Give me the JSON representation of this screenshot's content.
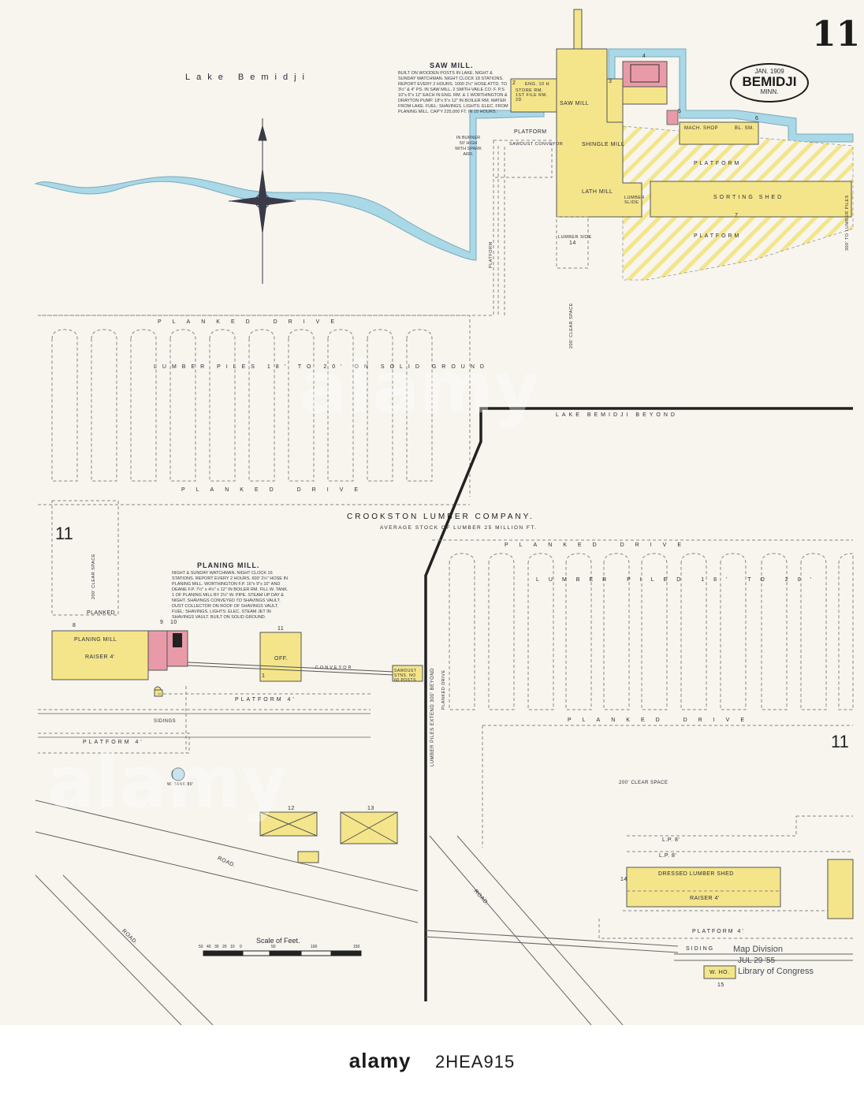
{
  "sheet": {
    "number": "11",
    "city": "BEMIDJI",
    "state": "MINN.",
    "date": "JAN. 1909",
    "block_number": "11"
  },
  "water": {
    "lake_name": "Lake Bemidji",
    "lake_beyond": "LAKE BEMIDJI BEYOND",
    "color": "#a9d8e6"
  },
  "company": {
    "name": "CROOKSTON LUMBER COMPANY.",
    "stock": "AVERAGE STOCK OF LUMBER 25 MILLION FT."
  },
  "saw_mill": {
    "title": "SAW MILL.",
    "notes": "BUILT ON WOODEN POSTS IN LAKE. NIGHT & SUNDAY WATCHMAN. NIGHT CLOCK 18 STATIONS. REPORT EVERY 2 HOURS. 1000 2½\" HOSE ATTD. TO 3½\" & 4\" PS. IN SAW MILL. 2 SMITH-VAILE CO. F. P.S 10\"x 6\"x 12\" EACH IN ENG. RM. & 1 WORTHINGTON & DRAYTON PUMP. 18\"x 5\"x 12\" IN BOILER RM. WATER FROM LAKE. FUEL: SHAVINGS. LIGHTS: ELEC. FROM PLANING MILL. CAP'Y 225,000 FT. IN 10 HOURS.",
    "burner": "IN BURNER 50' HIGH WITH SPARK ARR."
  },
  "planing_mill": {
    "title": "PLANING MILL.",
    "notes": "NIGHT & SUNDAY WATCHMAN. NIGHT CLOCK 16 STATIONS. REPORT EVERY 2 HOURS. 600' 2½\" HOSE IN PLANING MILL. WORTHINGTON F.P. 16\"x 9\"x 10\" AND DEANE F.P. 7½\" x 4½\" x 12\" IN BOILER RM. FILL W. TANK. 1 OF PLANING MILL BY 2½\" W. PIPE. STEAM UP DAY & NIGHT. SHAVINGS CONVEYED TO SHAVINGS VAULT. DUST COLLECTOR ON ROOF OF SHAVINGS VAULT. FUEL: SHAVINGS. LIGHTS: ELEC. STEAM JET IN SHAVINGS VAULT. BUILT ON SOLID GROUND."
  },
  "labels": {
    "platform": "PLATFORM",
    "sawdust_conveyor": "SAWDUST CONVEYOR",
    "platform_upper": "P L A T F O R M",
    "sorting_shed": "SORTING SHED",
    "lumber_slide": "LUMBER SLIDE",
    "lumber_slide_14": "14",
    "clear_space_200": "200' CLEAR SPACE",
    "clear_space_200b": "200' CLEAR SPACE",
    "clear_space_200c": "200' CLEAR SPACE",
    "planked_drive": "PLANKED DRIVE",
    "planked_drive_b": "PLANKED DRIVE",
    "planked_drive_c": "PLANKED DRIVE",
    "planked_drive_d": "PLANKED DRIVE",
    "lumber_piles": "LUMBER PILES 18' TO 20' ON SOLID GROUND",
    "lumber_piled": "LUMBER PILED 18' TO 20'",
    "lumber_piles_extend": "LUMBER PILES EXTEND 300' BEYOND",
    "planked_drive_v": "PLANKED DRIVE",
    "planked": "PLANKED",
    "planing_mill_bldg": "PLANING MILL",
    "raiser": "RAISER 4'",
    "platform_4": "PLATFORM 4'",
    "platform_4b": "PLATFORM 4'",
    "sidings": "SIDINGS",
    "off": "OFF.",
    "conveyor": "CONVEYOR",
    "sawdust_stns": "SAWDUST STNS. NO 60 POSTS",
    "w_tank": "W. TANK 80'",
    "road_a": "ROAD.",
    "road_b": "ROAD.",
    "road_c": "ROAD.",
    "dressed_lumber_shed": "DRESSED LUMBER SHED",
    "raiser_4": "RAISER 4'",
    "lp8a": "L.P. 8'",
    "lp8b": "L.P. 8'",
    "platform_4c": "PLATFORM 4'",
    "siding": "SIDING",
    "map_division": "Map Division",
    "stamp_date": "JUL 29 '55",
    "library": "Library of Congress",
    "w_ho": "W. HO.",
    "scale_title": "Scale of Feet.",
    "saw_mill_bldg": "SAW MILL",
    "shingle_mill": "SHINGLE MILL",
    "lath_mill": "LATH MILL",
    "mach_shop": "MACH. SHOP",
    "bl_sm": "BL. SM.",
    "store_rm": "STORE RM. 1ST FILE RM. 2D",
    "eng_rm": "ENG. 10 H",
    "lumber_side": "LUMBER SIDE",
    "to_lumber_piles": "300' TO LUMBER PILES",
    "planked_drive_top": "PLANKED DRIVE"
  },
  "building_numbers": [
    "1",
    "2",
    "3",
    "4",
    "5",
    "6",
    "7",
    "8",
    "9",
    "10",
    "11",
    "12",
    "13",
    "14",
    "15"
  ],
  "scale": {
    "ticks": [
      "50",
      "40",
      "30",
      "20",
      "10",
      "0",
      "50",
      "100",
      "150"
    ]
  },
  "colors": {
    "frame": "#f4e58a",
    "brick": "#e99aa8",
    "water": "#a9d8e6",
    "ink": "#3a3a48"
  },
  "footer": {
    "text": "alamy",
    "code": "2HEA915"
  }
}
